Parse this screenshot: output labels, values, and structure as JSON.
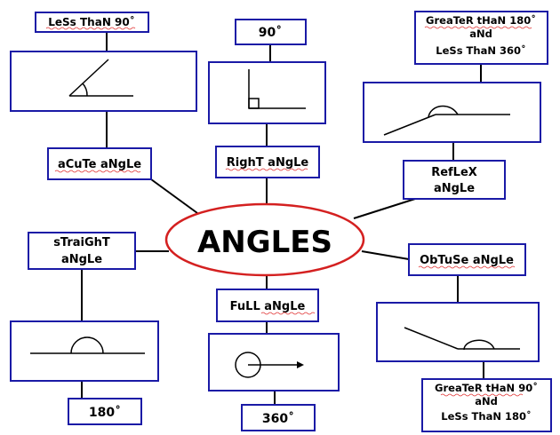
{
  "center": {
    "title": "ANGLES"
  },
  "angles": {
    "acute": {
      "name": "aCuTe aNgLe",
      "condition": "LeSs ThaN 90˚"
    },
    "right": {
      "name": "RighT aNgLe",
      "condition": "90˚"
    },
    "reflex": {
      "name_line1": "RefLeX",
      "name_line2": "aNgLe",
      "condition_line1": "GreaTeR tHaN 180˚",
      "condition_line2": "aNd",
      "condition_line3": "LeSs ThaN 360˚"
    },
    "straight": {
      "name_line1": "sTraiGhT",
      "name_line2": "aNgLe",
      "condition": "180˚"
    },
    "full": {
      "name": "FuLL aNgLe",
      "condition": "360˚"
    },
    "obtuse": {
      "name": "ObTuSe aNgLe",
      "condition_line1": "GreaTeR tHaN 90˚",
      "condition_line2": "aNd",
      "condition_line3": "LeSs ThaN 180˚"
    }
  },
  "colors": {
    "box_border": "#1a1aa6",
    "ellipse_border": "#d42020",
    "spellcheck_underline": "#e03030"
  }
}
